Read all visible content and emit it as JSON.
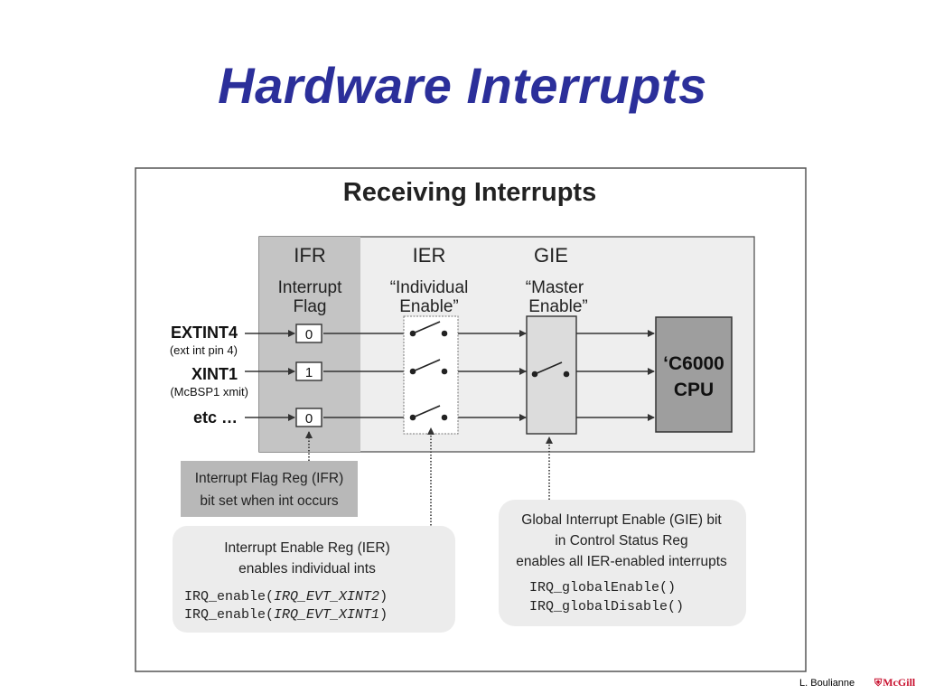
{
  "slide": {
    "title": "Hardware Interrupts",
    "author": "L. Boulianne",
    "logo_text": "McGill"
  },
  "diagram": {
    "title": "Receiving Interrupts",
    "columns": {
      "ifr": {
        "heading": "IFR",
        "subtitle_line1": "Interrupt",
        "subtitle_line2": "Flag"
      },
      "ier": {
        "heading": "IER",
        "subtitle_line1": "“Individual",
        "subtitle_line2": "Enable”"
      },
      "gie": {
        "heading": "GIE",
        "subtitle_line1": "“Master",
        "subtitle_line2": "Enable”"
      }
    },
    "inputs": [
      {
        "label": "EXTINT4",
        "sublabel": "(ext int pin 4)",
        "flag": "0"
      },
      {
        "label": "XINT1",
        "sublabel": "(McBSP1 xmit)",
        "flag": "1"
      },
      {
        "label": "etc …",
        "sublabel": "",
        "flag": "0"
      }
    ],
    "cpu": {
      "line1": "‘C6000",
      "line2": "CPU"
    },
    "notes": {
      "ifr": {
        "line1": "Interrupt Flag Reg (IFR)",
        "line2": "bit set when int occurs"
      },
      "ier": {
        "line1": "Interrupt Enable Reg (IER)",
        "line2": "enables individual ints",
        "code1_fn": "IRQ_enable(",
        "code1_arg": "IRQ_EVT_XINT2",
        "code1_end": ")",
        "code2_fn": "IRQ_enable(",
        "code2_arg": "IRQ_EVT_XINT1",
        "code2_end": ")"
      },
      "gie": {
        "line1": "Global Interrupt Enable (GIE) bit",
        "line2": "in Control Status Reg",
        "line3": "enables all IER-enabled interrupts",
        "code1": "IRQ_globalEnable()",
        "code2": "IRQ_globalDisable()"
      }
    }
  },
  "colors": {
    "title": "#2b2f9a",
    "panel": "#eeeeee",
    "ifr_column": "#c4c4c4",
    "cpu_box": "#9e9e9e",
    "note_ifr": "#b8b8b8",
    "note_bubble": "#ececec",
    "logo": "#c8102e"
  }
}
